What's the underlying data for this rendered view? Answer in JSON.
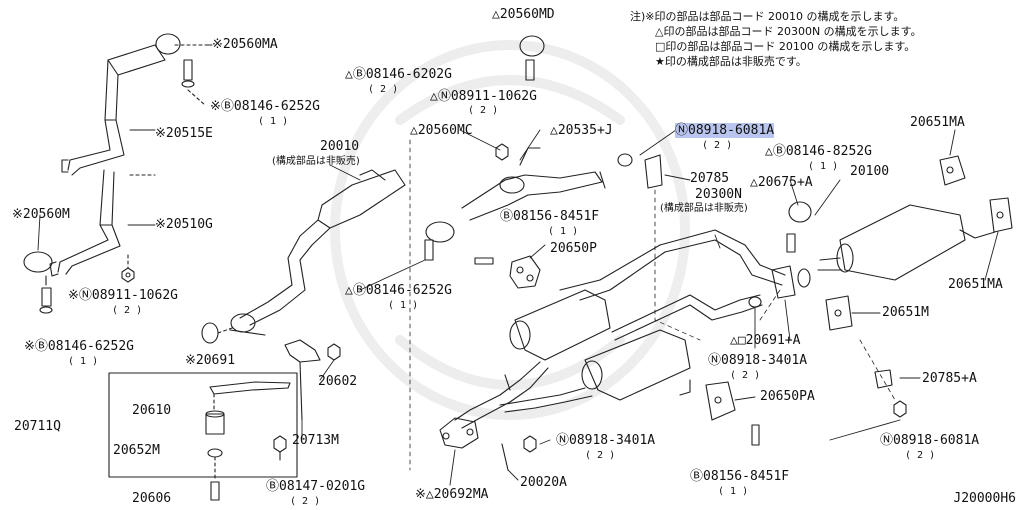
{
  "notes": [
    "注)※印の部品は部品コード 20010 の構成を示します。",
    "△印の部品は部品コード 20300N の構成を示します。",
    "□印の部品は部品コード 20100 の構成を示します。",
    "★印の構成部品は非販売です。"
  ],
  "labels": {
    "l1": "△20560MD",
    "l2": "※20560MA",
    "l3": "※Ⓑ08146-6252G",
    "l4": "△Ⓑ08146-6202G",
    "l5": "△Ⓝ08911-1062G",
    "l6": "※20515E",
    "l7": "20010",
    "l8": "△20560MC",
    "l9": "△20535+J",
    "l10": "Ⓝ08918-6081A",
    "l11": "△Ⓑ08146-8252G",
    "l12": "20651MA",
    "l13": "※20560M",
    "l14": "※20510G",
    "l15": "20785",
    "l16": "20300N",
    "l17": "△20675+A",
    "l18": "20100",
    "l19": "Ⓑ08156-8451F",
    "l20": "20650P",
    "l21": "※Ⓝ08911-1062G",
    "l22": "△Ⓑ08146-6252G",
    "l23": "20651MA",
    "l24": "20651M",
    "l25": "※Ⓑ08146-6252G",
    "l26": "※20691",
    "l27": "△□20691+A",
    "l28": "Ⓝ08918-3401A",
    "l29": "20602",
    "l30": "20785+A",
    "l31": "20711Q",
    "l32": "20610",
    "l33": "20650PA",
    "l34": "20713M",
    "l35": "20652M",
    "l36": "Ⓝ08918-3401A",
    "l37": "Ⓝ08918-6081A",
    "l38": "Ⓑ08147-0201G",
    "l39": "Ⓑ08156-8451F",
    "l40": "20606",
    "l41": "※△20692MA",
    "l42": "20020A"
  },
  "sub_labels": {
    "s1": "構成部品は非販売",
    "s2": "構成部品は非販売"
  },
  "quantities": {
    "q_l3": "( 1 )",
    "q_l4": "( 2 )",
    "q_l5": "( 2 )",
    "q_l10": "( 2 )",
    "q_l11": "( 1 )",
    "q_l19": "( 1 )",
    "q_l21": "( 2 )",
    "q_l22": "( 1 )",
    "q_l25": "( 1 )",
    "q_l28": "( 2 )",
    "q_l36": "( 2 )",
    "q_l37": "( 2 )",
    "q_l38": "( 2 )",
    "q_l39": "( 1 )"
  },
  "diagram_code": "J20000H6",
  "highlight_color": "#b9c5ee"
}
